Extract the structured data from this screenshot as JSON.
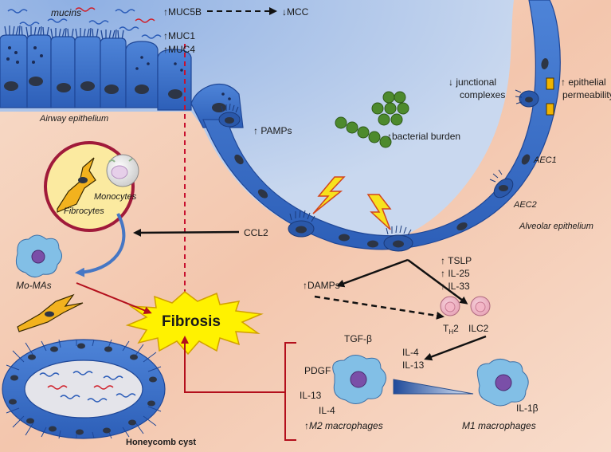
{
  "labels": {
    "mucins": "mucins",
    "muc5b": "↑MUC5B",
    "mcc": "↓MCC",
    "muc1": "↑MUC1",
    "muc4": "↑MUC4",
    "airway_epithelium": "Airway epithelium",
    "pamps": "↑ PAMPs",
    "bacterial_burden": "↑bacterial burden",
    "junctional_1": "↓ junctional",
    "junctional_2": "complexes",
    "permeability_1": "↑ epithelial",
    "permeability_2": "permeability",
    "aec1": "AEC1",
    "aec2": "AEC2",
    "alveolar_epithelium": "Alveolar epithelium",
    "monocytes": "Monocytes",
    "fibrocytes": "Fibrocytes",
    "ccl2": "CCL2",
    "mo_mas": "Mo-MAs",
    "fibrosis": "Fibrosis",
    "damps": "↑DAMPs",
    "tslp": "↑ TSLP",
    "il25": "↑ IL-25",
    "il33": "↑ IL-33",
    "th2_main": "T",
    "th2_sub": "H",
    "th2_tail": "2",
    "ilc2": "ILC2",
    "tgfb": "TGF-β",
    "pdgf": "PDGF",
    "il13_left": "IL-13",
    "il4_left": "IL-4",
    "il4_right": "IL-4",
    "il13_right": "IL-13",
    "il1b": "IL-1β",
    "m2": "↑M2 macrophages",
    "m1": "M1 macrophages",
    "honeycomb": "Honeycomb cyst"
  },
  "colors": {
    "background": "#f6d2bd",
    "epithelium": "#3f73cc",
    "epithelium_dark": "#1f4797",
    "nucleus": "#2d3545",
    "bacteria": "#4d8a2d",
    "fibrosis_fill": "#fff200",
    "fibrosis_text": "#e1001a",
    "dashed_red": "#c8102e",
    "circle_fill": "#fbeaa0",
    "circle_border": "#a01a3a",
    "fibrocyte": "#f2b21e",
    "macrophage": "#82bfe6",
    "honeycomb_label": "#c00000"
  }
}
